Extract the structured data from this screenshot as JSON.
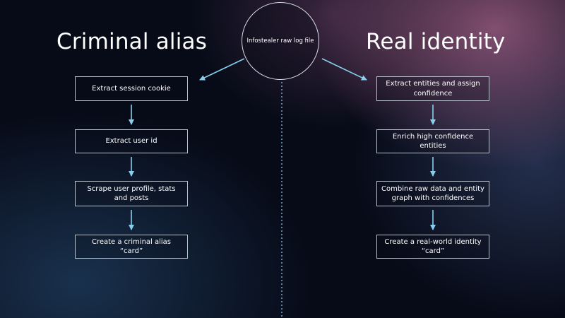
{
  "headings": {
    "left": "Criminal alias",
    "right": "Real identity"
  },
  "source": {
    "label": "Infostealer raw log file"
  },
  "left_steps": [
    "Extract session cookie",
    "Extract user id",
    "Scrape user profile, stats and posts",
    "Create a criminal alias “card”"
  ],
  "right_steps": [
    "Extract entities and assign confidence",
    "Enrich high confidence entities",
    "Combine raw data and entity graph with confidences",
    "Create a real-world identity “card”"
  ],
  "colors": {
    "arrow": "#87cfee",
    "divider": "#7fb3d1",
    "box_border": "#b8c0cc"
  }
}
